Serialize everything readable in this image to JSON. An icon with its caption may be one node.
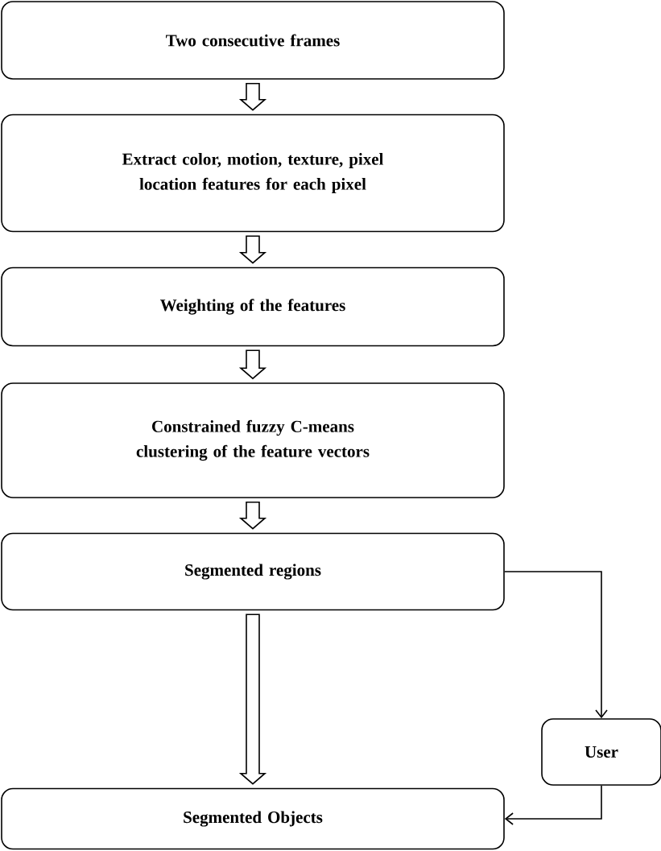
{
  "diagram": {
    "nodes": [
      {
        "text": [
          "Two consecutive frames"
        ]
      },
      {
        "text": [
          "Extract color, motion, texture, pixel location features for each pixel"
        ]
      },
      {
        "text": [
          "Weighting of the features"
        ]
      },
      {
        "text": [
          "Constrained fuzzy C-means clustering of the feature vectors"
        ]
      },
      {
        "text": [
          "Segmented regions"
        ]
      },
      {
        "text": [
          "Segmented Objects"
        ]
      },
      {
        "text": [
          "User"
        ]
      }
    ],
    "edges": [
      {
        "from": 0,
        "to": 1,
        "arrow": "to"
      },
      {
        "from": 1,
        "to": 2,
        "arrow": "to"
      },
      {
        "from": 2,
        "to": 3,
        "arrow": "to"
      },
      {
        "from": 3,
        "to": 4,
        "arrow": "to"
      },
      {
        "from": 4,
        "to": 5,
        "arrow": "to"
      },
      {
        "from": 4,
        "to": 6,
        "arrow": "to"
      },
      {
        "from": 6,
        "to": 5,
        "arrow": "to"
      }
    ]
  }
}
